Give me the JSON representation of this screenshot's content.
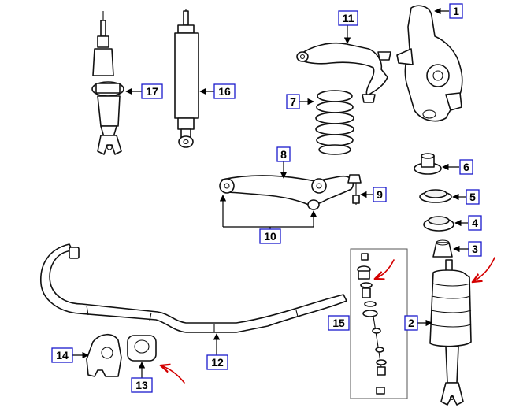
{
  "diagram": {
    "callouts": [
      {
        "id": "c1",
        "label": "1"
      },
      {
        "id": "c2",
        "label": "2"
      },
      {
        "id": "c3",
        "label": "3"
      },
      {
        "id": "c4",
        "label": "4"
      },
      {
        "id": "c5",
        "label": "5"
      },
      {
        "id": "c6",
        "label": "6"
      },
      {
        "id": "c7",
        "label": "7"
      },
      {
        "id": "c8",
        "label": "8"
      },
      {
        "id": "c9",
        "label": "9"
      },
      {
        "id": "c10",
        "label": "10"
      },
      {
        "id": "c11",
        "label": "11"
      },
      {
        "id": "c12",
        "label": "12"
      },
      {
        "id": "c13",
        "label": "13"
      },
      {
        "id": "c14",
        "label": "14"
      },
      {
        "id": "c15",
        "label": "15"
      },
      {
        "id": "c16",
        "label": "16"
      },
      {
        "id": "c17",
        "label": "17"
      }
    ],
    "colors": {
      "callout_border": "#1a1acc",
      "annotation_arrows": "#d40000",
      "line_art": "#111111"
    }
  }
}
